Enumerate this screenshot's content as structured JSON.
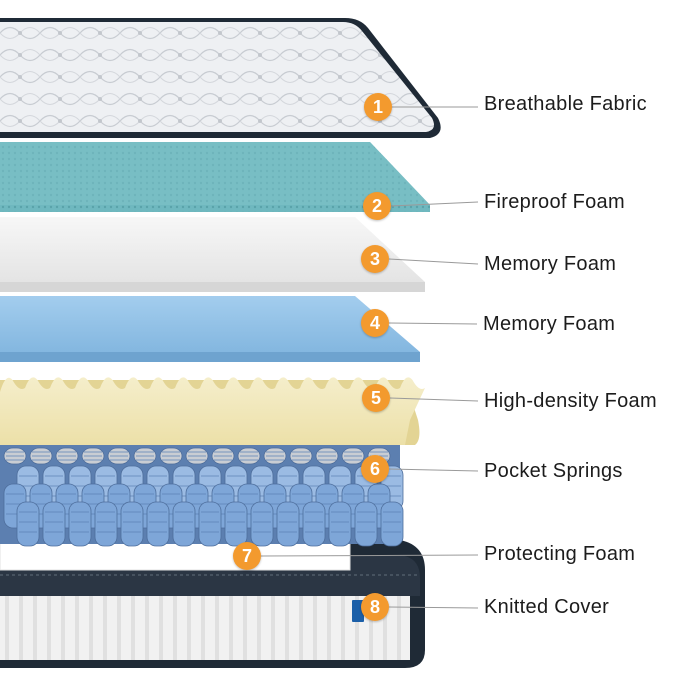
{
  "colors": {
    "badge": "#f39a2e",
    "leader_line": "#9a9a9a",
    "fabric": "#eef0f3",
    "fireproof_foam": "#6fb8bf",
    "memory_foam_white": "#eeeeee",
    "memory_foam_blue": "#8fc1e6",
    "high_density_foam": "#f2e9bd",
    "springs": "#7ea6d8",
    "knitted_cover": "#f1f1f1",
    "border": "#1f2a36"
  },
  "layers": [
    {
      "number": "1",
      "label": "Breathable Fabric"
    },
    {
      "number": "2",
      "label": "Fireproof Foam"
    },
    {
      "number": "3",
      "label": "Memory Foam"
    },
    {
      "number": "4",
      "label": "Memory Foam"
    },
    {
      "number": "5",
      "label": "High-density Foam"
    },
    {
      "number": "6",
      "label": "Pocket Springs"
    },
    {
      "number": "7",
      "label": "Protecting Foam"
    },
    {
      "number": "8",
      "label": "Knitted Cover"
    }
  ]
}
